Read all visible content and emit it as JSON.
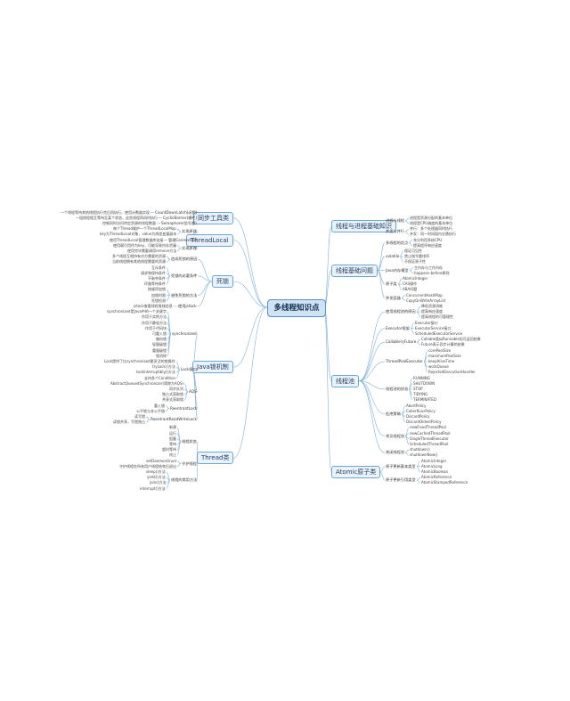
{
  "colors": {
    "line": "#7fb2d9",
    "central_bg": "#cfe3f5",
    "topic_border": "#6fa6cf"
  },
  "central": "多线程知识点",
  "branches": [
    {
      "side": "left",
      "label": "同步工具类",
      "children": [
        {
          "label": "CountDownLatch(闭锁)",
          "children": [
            "一个线程等待其他线程执行完后再执行，使用计数器实现"
          ]
        },
        {
          "label": "CyclicBarrier(栅栏)",
          "children": [
            "一组线程相互等待至某个状态，这些线程再同时执行"
          ]
        },
        {
          "label": "Semaphore(信号量)",
          "children": [
            "控制同时访问特定资源的线程数量"
          ]
        }
      ]
    },
    {
      "side": "left",
      "label": "ThreadLocal",
      "children": [
        {
          "label": "实现原理",
          "children": [
            "每个Thread维护一个ThreadLocalMap",
            "key为ThreadLocal对象，value为线程变量副本"
          ]
        },
        {
          "label": "管理Connection",
          "children": [
            "使用ThreadLocal管理数据库连接"
          ]
        },
        {
          "label": "实现原理",
          "children": [
            "使用弱引用作为key，可能导致内存泄漏",
            "使用完毕需要调用remove方法"
          ]
        }
      ]
    },
    {
      "side": "left",
      "label": "死锁",
      "children": [
        {
          "label": "造成死锁的原因",
          "children": [
            "多个线程互相持有对方需要的资源",
            "当前线程拥有其他线程需要的资源"
          ]
        },
        {
          "label": "死锁的必要条件",
          "children": [
            "互斥条件",
            "请求和保持条件",
            "不剥夺条件",
            "环路等待条件"
          ]
        },
        {
          "label": "避免死锁的方法",
          "children": [
            "按顺序加锁",
            "加锁时限",
            "死锁检测"
          ]
        },
        {
          "label": "使用jstack",
          "children": [
            "jstack查看线程堆栈信息"
          ]
        }
      ]
    },
    {
      "side": "left",
      "label": "Java锁机制",
      "children": [
        {
          "label": "synchronized",
          "children": [
            "synchronized是Java中的一个关键字",
            "作用于实例方法",
            "作用于静态方法",
            "作用于代码块",
            "可重入锁",
            "偏向锁",
            "轻量级锁",
            "重量级锁",
            "锁消除"
          ]
        },
        {
          "label": "Lock接口",
          "children": [
            "Lock提供了比synchronized更灵活的锁操作",
            "tryLock()方法",
            "lockInterruptibly()方法",
            "支持多个Condition"
          ]
        },
        {
          "label": "AQS",
          "children": [
            "AbstractQueuedSynchronizer(简称为AQS)",
            "同步队列",
            "独占式获取锁",
            "共享式获取锁"
          ]
        },
        {
          "label": "ReentrantLock",
          "children": [
            "重入锁",
            "公平锁与非公平锁"
          ]
        },
        {
          "label": "ReentrantReadWriteLock",
          "children": [
            "读写锁",
            "读锁共享，写锁独占"
          ]
        }
      ]
    },
    {
      "side": "left",
      "label": "Thread类",
      "children": [
        {
          "label": "线程状态",
          "children": [
            "新建",
            "运行",
            "阻塞",
            "等待",
            "超时等待",
            "终止"
          ]
        },
        {
          "label": "守护线程",
          "children": [
            "setDaemon(true)",
            "守护线程在所有用户线程结束后退出"
          ]
        },
        {
          "label": "线程的常用方法",
          "children": [
            "sleep()方法",
            "yield()方法",
            "join()方法",
            "interrupt()方法"
          ]
        }
      ]
    },
    {
      "side": "right",
      "label": "线程与进程基础知识",
      "children": [
        {
          "label": "进程与线程",
          "children": [
            "进程是资源分配的基本单位",
            "线程是CPU调度的基本单位"
          ]
        },
        {
          "label": "并发与并行",
          "children": [
            "并行：多个处理器同时执行",
            "并发：同一时间段内交替执行"
          ]
        }
      ]
    },
    {
      "side": "right",
      "label": "线程基础问题",
      "children": [
        {
          "label": "多线程的优点",
          "children": [
            "充分利用多核CPU",
            "提高程序响应速度"
          ]
        },
        {
          "label": "volatile",
          "children": [
            "保证可见性",
            "禁止指令重排序",
            "不保证原子性"
          ]
        },
        {
          "label": "Java内存模型",
          "children": [
            "主内存与工作内存",
            "happens-before原则"
          ]
        },
        {
          "label": "原子类",
          "children": [
            "AtomicInteger",
            "CAS操作",
            "ABA问题"
          ]
        },
        {
          "label": "并发容器",
          "children": [
            "ConcurrentHashMap",
            "CopyOnWriteArrayList"
          ]
        }
      ]
    },
    {
      "side": "right",
      "label": "线程池",
      "children": [
        {
          "label": "使用线程池的原因",
          "children": [
            "降低资源消耗",
            "提高响应速度",
            "提高线程的可管理性"
          ]
        },
        {
          "label": "Executor框架",
          "children": [
            "Executor接口",
            "ExecutorService接口",
            "ScheduledExecutorService"
          ]
        },
        {
          "label": "Callable与Future",
          "children": [
            "Callable类似Runnable但可返回结果",
            "Future表示异步计算的结果"
          ]
        },
        {
          "label": "ThreadPoolExecutor",
          "children": [
            "corePoolSize",
            "maximumPoolSize",
            "keepAliveTime",
            "workQueue",
            "RejectedExecutionHandler"
          ]
        },
        {
          "label": "线程池的状态",
          "children": [
            "RUNNING",
            "SHUTDOWN",
            "STOP",
            "TIDYING",
            "TERMINATED"
          ]
        },
        {
          "label": "拒绝策略",
          "children": [
            "AbortPolicy",
            "CallerRunsPolicy",
            "DiscardPolicy",
            "DiscardOldestPolicy"
          ]
        },
        {
          "label": "常见线程池",
          "children": [
            "newFixedThreadPool",
            "newCachedThreadPool",
            "SingleThreadExecutor",
            "ScheduledThreadPool"
          ]
        },
        {
          "label": "关闭线程池",
          "children": [
            "shutdown()",
            "shutdownNow()"
          ]
        }
      ]
    },
    {
      "side": "right",
      "label": "Atomic原子类",
      "children": [
        {
          "label": "原子更新基本类型",
          "children": [
            "AtomicInteger",
            "AtomicLong",
            "AtomicBoolean"
          ]
        },
        {
          "label": "原子更新引用类型",
          "children": [
            "AtomicReference",
            "AtomicStampedReference"
          ]
        }
      ]
    }
  ]
}
